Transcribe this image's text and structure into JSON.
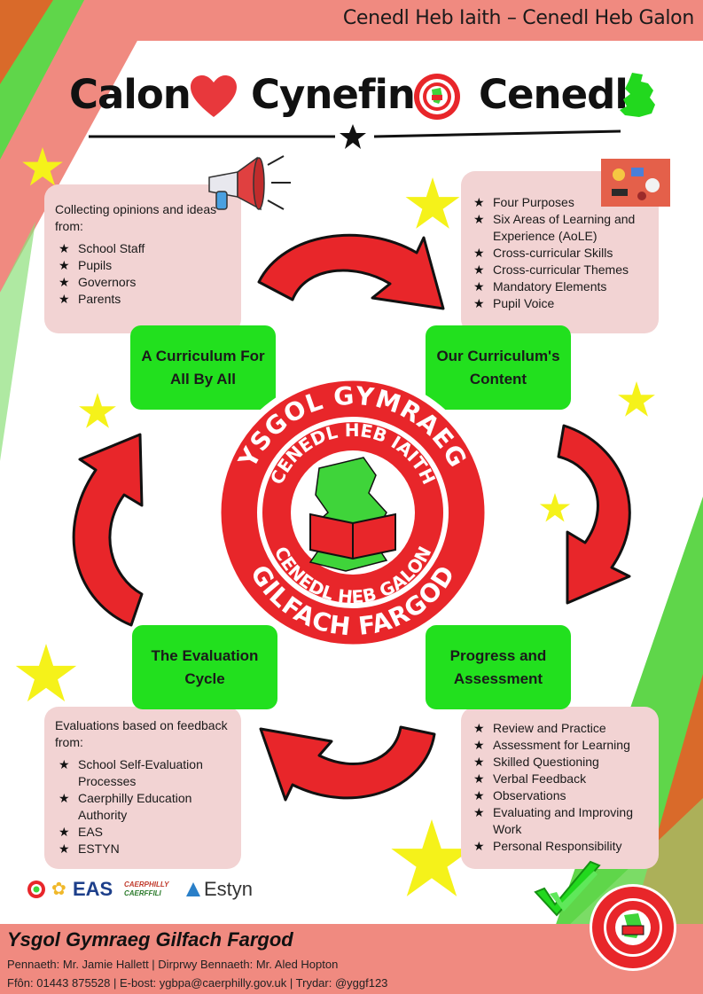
{
  "header": {
    "tagline": "Cenedl Heb Iaith – Cenedl Heb Galon"
  },
  "title": {
    "word1": "Calon",
    "word2": "Cynefin",
    "word3": "Cenedl"
  },
  "school_logo": {
    "ring_top": "YSGOL GYMRAEG",
    "inner_top": "CENEDL HEB IAITH",
    "inner_bottom": "CENEDL HEB GALON",
    "ring_bottom": "GILFACH FARGOD"
  },
  "panels": {
    "opinions": {
      "intro": "Collecting opinions and ideas from:",
      "items": [
        "School Staff",
        "Pupils",
        "Governors",
        "Parents"
      ]
    },
    "content": {
      "items": [
        "Four Purposes",
        "Six Areas of Learning and Experience (AoLE)",
        "Cross-curricular Skills",
        "Cross-curricular Themes",
        "Mandatory Elements",
        "Pupil Voice"
      ]
    },
    "evaluations": {
      "intro": "Evaluations based on feedback from:",
      "items": [
        "School Self-Evaluation Processes",
        "Caerphilly Education Authority",
        "EAS",
        "ESTYN"
      ]
    },
    "progress": {
      "items": [
        "Review and Practice",
        "Assessment for Learning",
        "Skilled Questioning",
        "Verbal Feedback",
        "Observations",
        "Evaluating and Improving Work",
        "Personal Responsibility"
      ]
    }
  },
  "cycle": {
    "top_left": "A Curriculum For All By All",
    "top_right": "Our Curriculum's Content",
    "bottom_left": "The Evaluation Cycle",
    "bottom_right": "Progress and Assessment"
  },
  "partner_logos": {
    "eas": "EAS",
    "caerphilly_1": "CAERPHILLY",
    "caerphilly_2": "CAERFFILI",
    "estyn": "Estyn"
  },
  "footer": {
    "school_name": "Ysgol Gymraeg Gilfach Fargod",
    "staff": "Pennaeth: Mr. Jamie Hallett | Dirprwy Bennaeth: Mr. Aled Hopton",
    "contact": "Ffôn: 01443 875528 | E-bost: ygbpa@caerphilly.gov.uk | Trydar: @yggf123"
  },
  "colors": {
    "red": "#e8262a",
    "green": "#22e01e",
    "panel": "#f2d3d3",
    "salmon": "#f08a80",
    "star": "#f5f21a"
  },
  "icons": [
    "heart-icon",
    "wales-map-icon",
    "megaphone-icon",
    "check-icon",
    "star-icon"
  ]
}
